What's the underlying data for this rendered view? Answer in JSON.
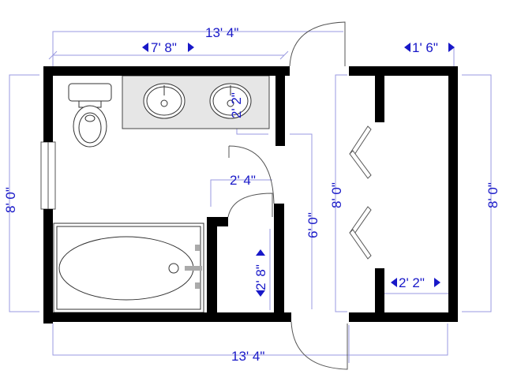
{
  "plan": {
    "dimensions": {
      "overall_top": "13' 4\"",
      "vanity_wall": "7' 8\"",
      "closet_depth_top": "1' 6\"",
      "sink_offset": "2' 2\"",
      "bath_height_left": "8' 0\"",
      "toilet_door_width": "2' 4\"",
      "hall_length": "6' 0\"",
      "closet_door_width": "2' 8\"",
      "closet_height_inner": "8' 0\"",
      "closet_height_outer": "8' 0\"",
      "closet_width": "2' 2\"",
      "overall_bottom": "13' 4\""
    },
    "colors": {
      "dimension_text": "#1818c8",
      "dimension_line": "#9a9ae0",
      "wall": "#000000",
      "vanity": "#e6e6e6"
    }
  }
}
